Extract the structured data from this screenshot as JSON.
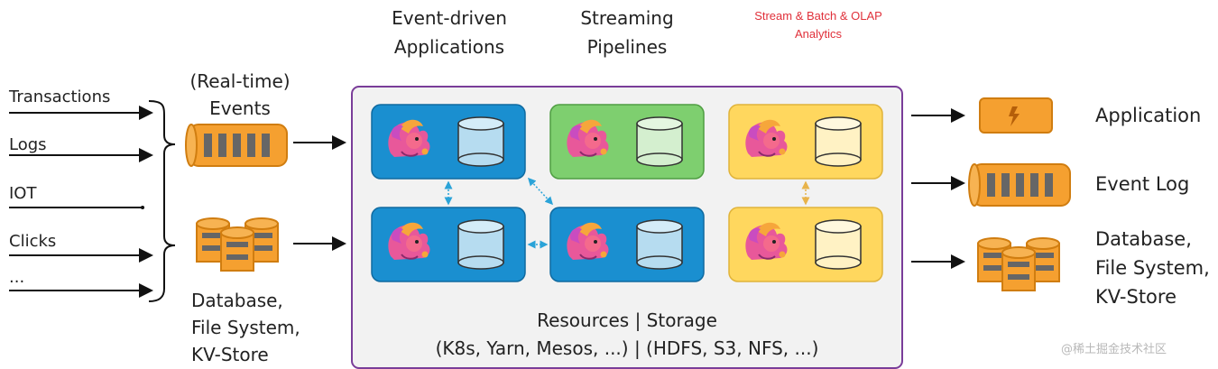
{
  "top_labels": {
    "event_driven": [
      "Event-driven",
      "Applications"
    ],
    "streaming": [
      "Streaming",
      "Pipelines"
    ],
    "analytics": [
      "Stream & Batch & OLAP",
      "Analytics"
    ]
  },
  "inputs": [
    "Transactions",
    "Logs",
    "IOT",
    "Clicks",
    "..."
  ],
  "left_sources": {
    "events": [
      "(Real-time)",
      "Events"
    ],
    "database": [
      "Database,",
      "File System,",
      "KV-Store"
    ]
  },
  "cluster": {
    "resources": "Resources | Storage",
    "details": "(K8s, Yarn, Mesos, ...) | (HDFS, S3, NFS, ...)"
  },
  "outputs": {
    "application": "Application",
    "event_log": "Event Log",
    "database": [
      "Database,",
      "File System,",
      "KV-Store"
    ]
  },
  "watermark": "@稀土掘金技术社区",
  "colors": {
    "blue": "#1a8fd0",
    "green": "#7ecf6f",
    "yellow": "#ffd75e",
    "orange": "#f5a030",
    "purple": "#7a3d99"
  }
}
